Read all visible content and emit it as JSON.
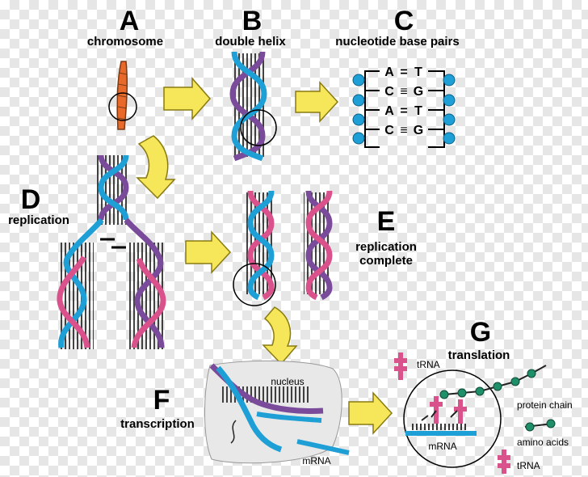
{
  "panels": {
    "a": {
      "letter": "A",
      "caption": "chromosome"
    },
    "b": {
      "letter": "B",
      "caption": "double helix"
    },
    "c": {
      "letter": "C",
      "caption": "nucleotide base pairs"
    },
    "d": {
      "letter": "D",
      "caption": "replication"
    },
    "e": {
      "letter": "E",
      "caption_line1": "replication",
      "caption_line2": "complete"
    },
    "f": {
      "letter": "F",
      "caption": "transcription"
    },
    "g": {
      "letter": "G",
      "caption": "translation"
    }
  },
  "base_pairs": [
    {
      "left": "A",
      "bond": "=",
      "right": "T"
    },
    {
      "left": "C",
      "bond": "≡",
      "right": "G"
    },
    {
      "left": "A",
      "bond": "=",
      "right": "T"
    },
    {
      "left": "C",
      "bond": "≡",
      "right": "G"
    }
  ],
  "labels": {
    "nucleus": "nucleus",
    "mrna_f": "mRNA",
    "mrna_g": "mRNA",
    "trna_top": "tRNA",
    "trna_bottom": "tRNA",
    "protein_chain": "protein chain",
    "amino_acids": "amino acids"
  },
  "colors": {
    "blue_strand": "#1e9fd6",
    "pink_strand": "#d9528c",
    "purple_strand": "#7a4b9a",
    "arrow_fill": "#f5e65a",
    "chromosome": "#e8692a",
    "phosphate": "#1e9fd6",
    "amino_acid": "#1f8f6a",
    "trna": "#d9528c"
  }
}
